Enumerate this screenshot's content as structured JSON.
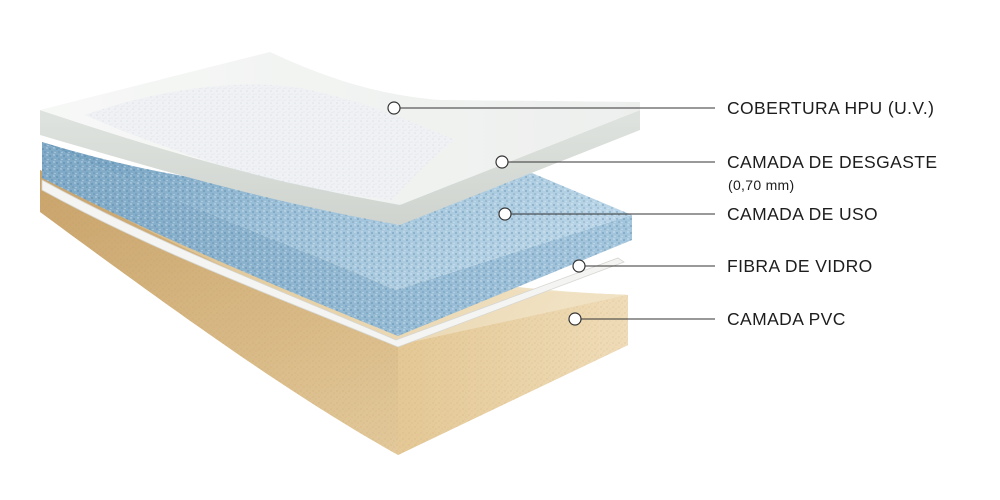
{
  "layers": [
    {
      "id": "hpu",
      "label": "COBERTURA HPU (U.V.)",
      "color": "#e7ebe8"
    },
    {
      "id": "desgaste",
      "label": "CAMADA DE DESGASTE",
      "sublabel": "(0,70 mm)",
      "color": "#dfe6ee"
    },
    {
      "id": "uso",
      "label": "CAMADA DE USO",
      "color": "#8fb7d2"
    },
    {
      "id": "fibra",
      "label": "FIBRA DE VIDRO",
      "color": "#f3f3f1"
    },
    {
      "id": "pvc",
      "label": "CAMADA PVC",
      "color": "#d8bd8c"
    }
  ]
}
